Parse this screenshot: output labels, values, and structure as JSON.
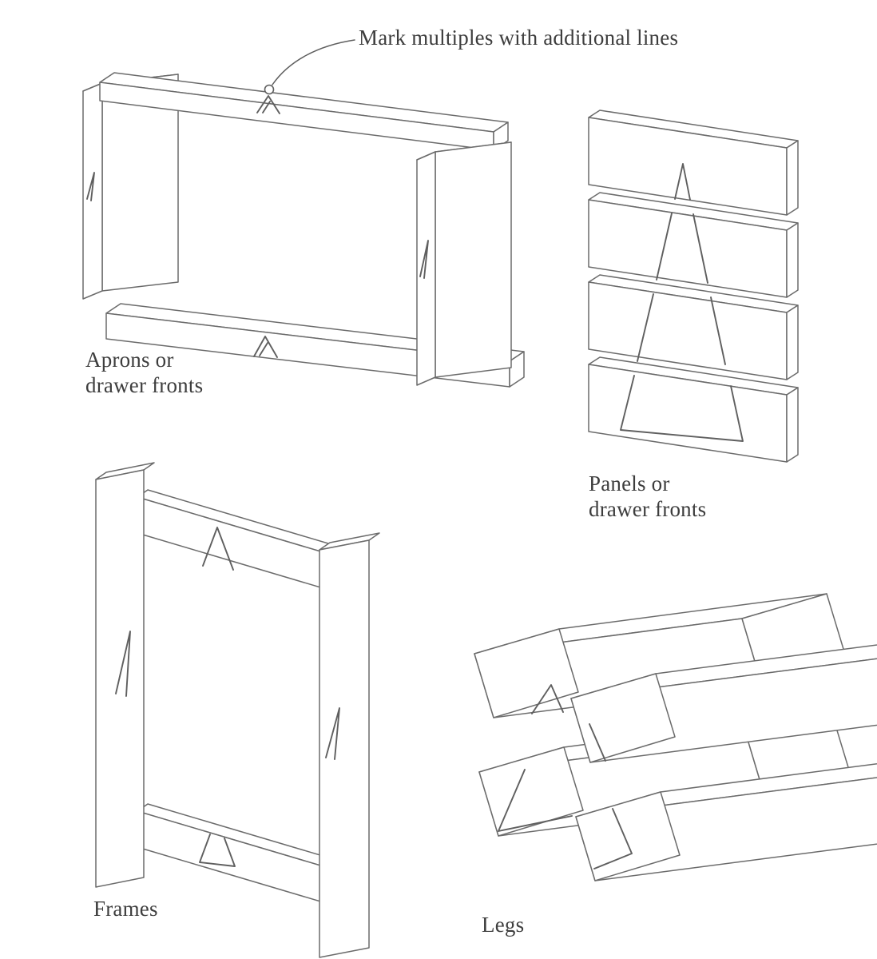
{
  "figure": {
    "colors": {
      "line": "#6b6b6b",
      "mark": "#5f5f5f",
      "text": "#3d3d3d",
      "background": "#ffffff"
    },
    "annotation": "Mark multiples with additional lines",
    "labels": {
      "aprons": "Aprons or\ndrawer fronts",
      "panels": "Panels or\ndrawer fronts",
      "frames": "Frames",
      "legs": "Legs"
    }
  }
}
